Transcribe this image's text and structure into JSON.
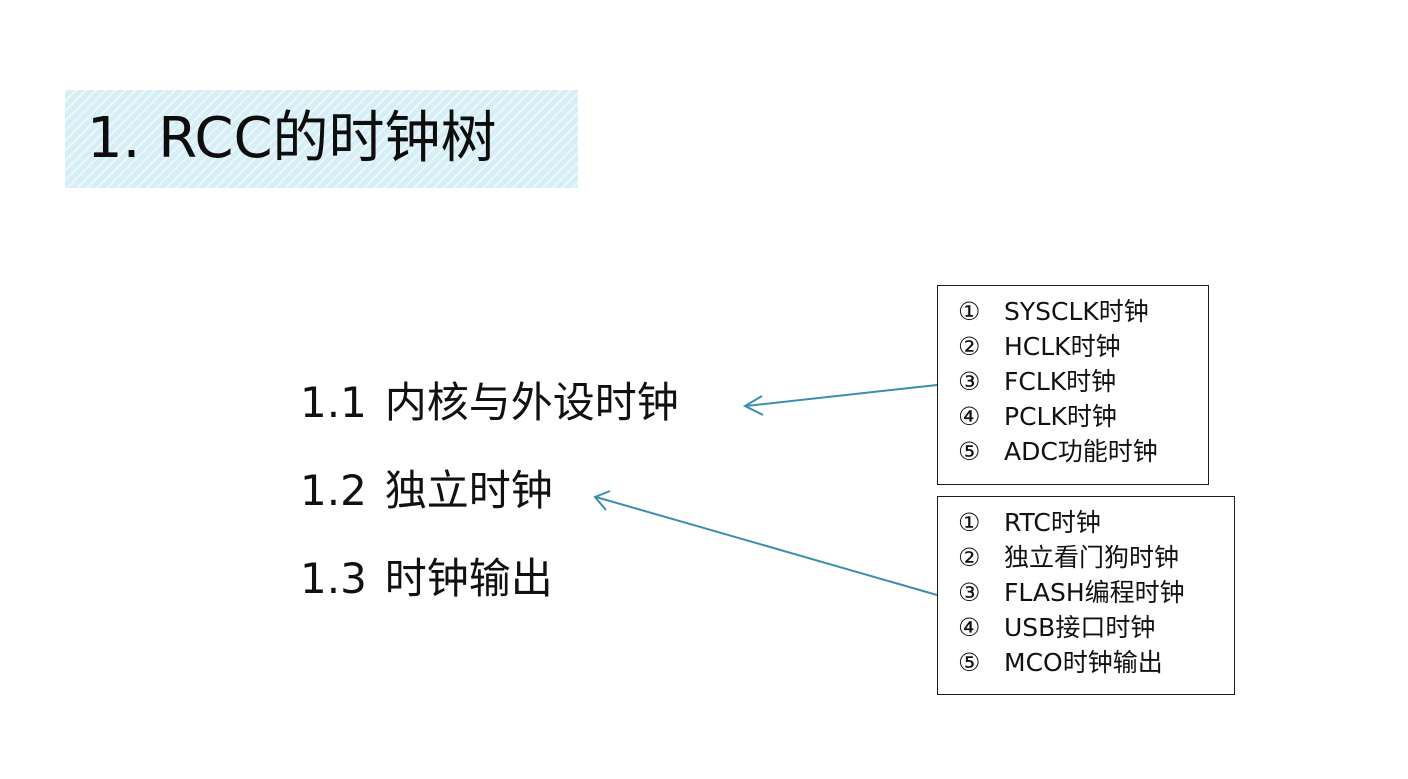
{
  "title": "1. RCC的时钟树",
  "sections": [
    {
      "num": "1.1",
      "label": "内核与外设时钟"
    },
    {
      "num": "1.2",
      "label": "独立时钟"
    },
    {
      "num": "1.3",
      "label": "时钟输出"
    }
  ],
  "box_core": {
    "items": [
      {
        "mark": "①",
        "text": "SYSCLK时钟"
      },
      {
        "mark": "②",
        "text": "HCLK时钟"
      },
      {
        "mark": "③",
        "text": "FCLK时钟"
      },
      {
        "mark": "④",
        "text": "PCLK时钟"
      },
      {
        "mark": "⑤",
        "text": "ADC功能时钟"
      }
    ]
  },
  "box_independent": {
    "items": [
      {
        "mark": "①",
        "text": "RTC时钟"
      },
      {
        "mark": "②",
        "text": "独立看门狗时钟"
      },
      {
        "mark": "③",
        "text": "FLASH编程时钟"
      },
      {
        "mark": "④",
        "text": "USB接口时钟"
      },
      {
        "mark": "⑤",
        "text": "MCO时钟输出"
      }
    ]
  },
  "colors": {
    "banner": "#d6eef5",
    "arrow": "#3a8fb0"
  }
}
